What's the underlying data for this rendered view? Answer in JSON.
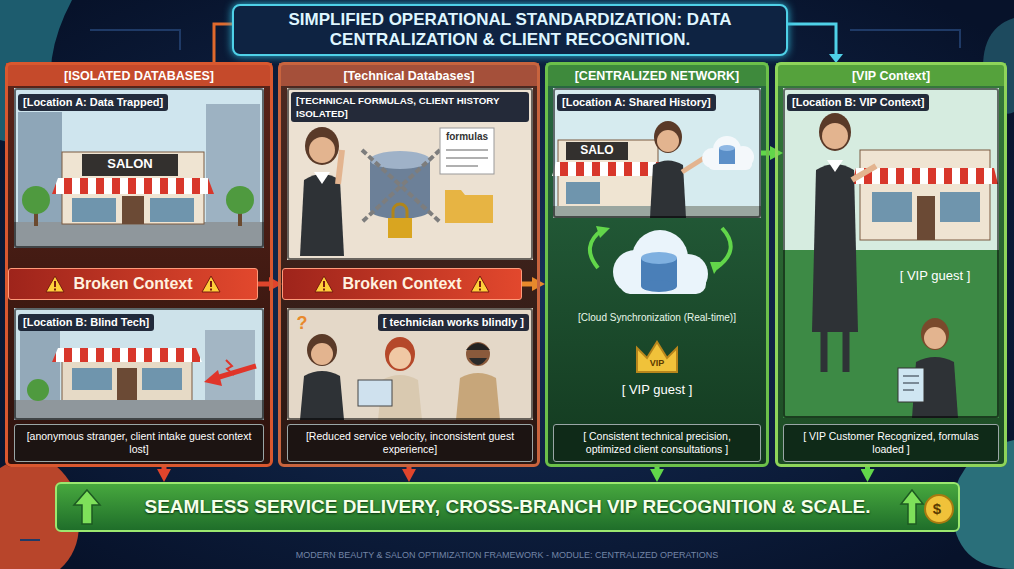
{
  "diagram": {
    "title": "SIMPLIFIED OPERATIONAL STANDARDIZATION: DATA CENTRALIZATION & CLIENT RECOGNITION.",
    "nodes": [
      {
        "text": [
          "[ISOLATED DATABASES]"
        ]
      },
      {
        "text": [
          "[Location A: Data Trapped]"
        ],
        "in": 0
      },
      {
        "text": [
          "Broken Context"
        ],
        "in": 0
      },
      {
        "text": [
          "[Location B: Blind Tech]"
        ],
        "in": 0
      },
      {
        "text": [
          "[anonymous stranger, client intake guest context lost]"
        ],
        "in": 0
      },
      {
        "text": [
          "[Technical Databases]"
        ]
      },
      {
        "text": [
          "[TECHNICAL FORMULAS, CLIENT HISTORY ISOLATED]"
        ],
        "in": 5
      },
      {
        "text": [
          "Broken Context"
        ],
        "in": 5
      },
      {
        "text": [
          "[ technician works blindly ]"
        ],
        "in": 5
      },
      {
        "text": [
          "[Reduced service velocity, inconsistent guest experience]"
        ],
        "in": 5
      },
      {
        "text": [
          "[CENTRALIZED NETWORK]"
        ]
      },
      {
        "text": [
          "[Location A: Shared History]"
        ],
        "in": 10
      },
      {
        "text": [
          "[ Consistent technical precision, optimized client consultations ]"
        ],
        "in": 10
      },
      {
        "text": [
          "[VIP Context]"
        ]
      },
      {
        "text": [
          "[Location B: VIP Context]"
        ],
        "in": 13
      },
      {
        "text": [
          "[ VIP Customer Recognized, formulas loaded ]"
        ],
        "in": 13
      },
      {
        "text": [
          "SEAMLESS SERVICE DELIVERY, CROSS-BRANCH VIP RECOGNITION & SCALE."
        ]
      }
    ],
    "edges": [
      {
        "from": 2,
        "to": 7,
        "arrow": "to"
      },
      {
        "from": 7,
        "to": 10,
        "arrow": "to"
      },
      {
        "from": 11,
        "to": 14,
        "arrow": "to"
      },
      {
        "from": 0,
        "to": 16,
        "arrow": "to"
      },
      {
        "from": 5,
        "to": 16,
        "arrow": "to"
      },
      {
        "from": 10,
        "to": 16,
        "arrow": "to"
      },
      {
        "from": 13,
        "to": 16,
        "arrow": "to"
      }
    ],
    "labels": [
      "SALON",
      "formulas",
      "?",
      "SALO",
      "[Cloud Synchronization (Real-time)]",
      "VIP",
      "[ VIP guest ]",
      "[ VIP guest ]",
      "$",
      "MODERN BEAUTY & SALON OPTIMIZATION FRAMEWORK - MODULE: CENTRALIZED OPERATIONS"
    ]
  }
}
